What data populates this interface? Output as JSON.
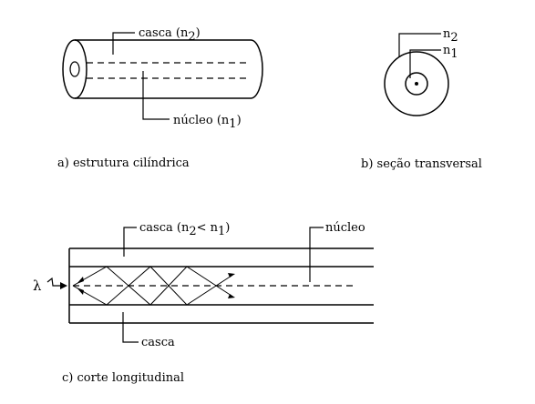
{
  "panel_a": {
    "cladding_label": "casca (n",
    "cladding_sub": "2",
    "cladding_close": ")",
    "core_label": "núcleo (n",
    "core_sub": "1",
    "core_close": ")",
    "caption": "a) estrutura cilíndrica"
  },
  "panel_b": {
    "outer_label": "n",
    "outer_sub": "2",
    "inner_label": "n",
    "inner_sub": "1",
    "caption": "b) seção transversal"
  },
  "panel_c": {
    "top_cladding_label": "casca (n",
    "top_cladding_sub1": "2",
    "top_cladding_mid": "< n",
    "top_cladding_sub2": "1",
    "top_cladding_close": ")",
    "core_label": "núcleo",
    "bottom_cladding_label": "casca",
    "input_symbol": "λ",
    "caption": "c) corte longitudinal"
  }
}
